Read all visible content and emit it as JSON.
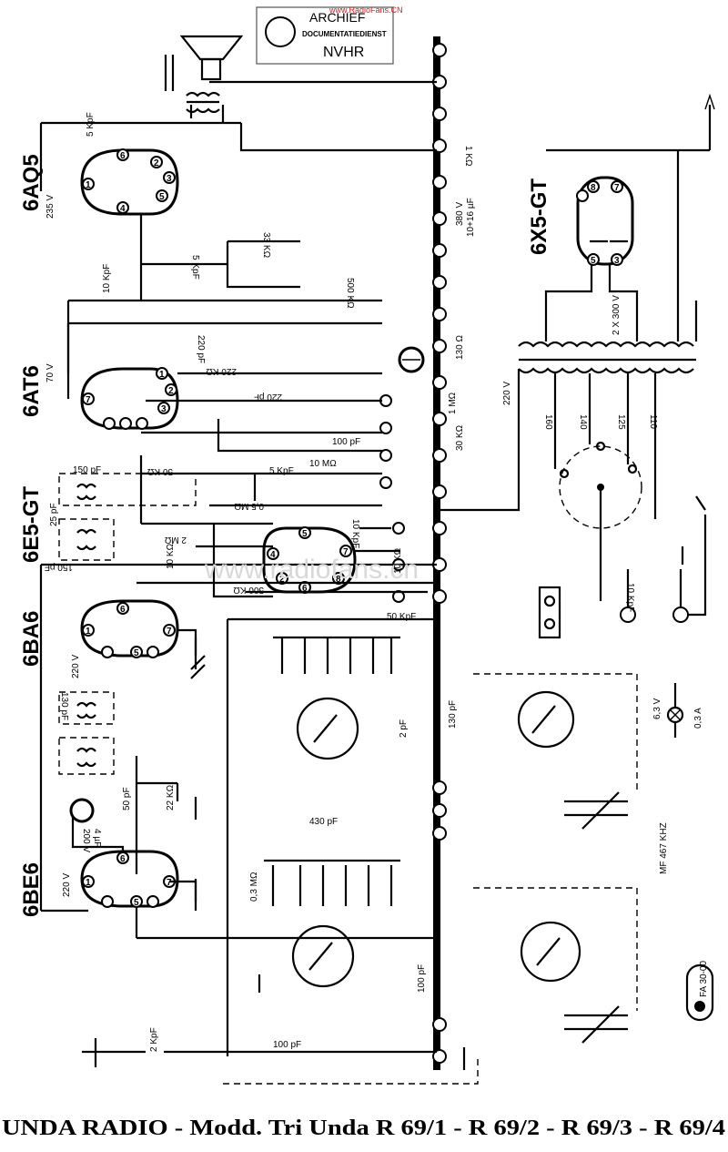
{
  "title": "UNDA RADIO - Modd. Tri Unda R 69/1 - R 69/2 - R 69/3 - R 69/4",
  "stamp": {
    "line1": "ARCHIEF",
    "line2": "DOCUMENTATIEDIENST",
    "line3": "NVHR"
  },
  "watermark_top": "www.RadioFans.CN",
  "watermark_center": "www.radiofans.cn",
  "tube_labels": {
    "t1": "6AQ5",
    "t2": "6AT6",
    "t3": "6E5-GT",
    "t4": "6BA6",
    "t5": "6BE6",
    "rect": "6X5-GT"
  },
  "components": {
    "c_5kpf_top": "5 KpF",
    "c_5kpf_mid": "5 KpF",
    "c_10kpf": "10 KpF",
    "c_220pf_a": "220 pF",
    "c_220pf_b": "220 pF",
    "c_100pf_a": "100 pF",
    "c_150pf_a": "150 pF",
    "c_150pf_b": "150 pF",
    "c_130pf_a": "130 pF",
    "c_130pf_b": "130 pF",
    "c_25pf": "25 pF",
    "c_50pf": "50 pF",
    "c_50kpf": "50 KpF",
    "c_2pf": "2 pF",
    "c_430pf": "430 pF",
    "c_100pf_b": "100 pF",
    "c_100pf_c": "100 pF",
    "c_2kpf": "2 KpF",
    "c_10kpf_b": "10 KpF",
    "c_5kpf_c": "5 KpF",
    "c_10kpf_c": "10 KpF",
    "c_electro": "10+16 µF",
    "c_380v": "380 V",
    "c_200v": "200 V",
    "c_4uf": "4 µF",
    "r_33k": "33 KΩ",
    "r_500k": "500 KΩ",
    "r_220k": "220 KΩ",
    "r_50k": "50 KΩ",
    "r_10m": "10 MΩ",
    "r_05m": "0,5 MΩ",
    "r_2m": "2 MΩ",
    "r_10k": "10 KΩ",
    "r_500k_b": "500 KΩ",
    "r_22k": "22 KΩ",
    "r_1m": "1 MΩ",
    "r_130": "130 Ω",
    "r_30k": "30 KΩ",
    "r_1k": "1 KΩ",
    "r_03m": "0,3 MΩ",
    "r_10k_b": "10 KΩ"
  },
  "voltages": {
    "v235": "235 V",
    "v70": "70 V",
    "v220_a": "220 V",
    "v220_b": "220 V",
    "v220_c": "220 V",
    "v2x300": "2 X 300 V",
    "v63": "6,3 V",
    "a03": "0,3 A"
  },
  "transformer_taps": [
    "160",
    "140",
    "125",
    "110"
  ],
  "misc": {
    "mf": "MF 467 KHZ",
    "fa": "FA 30-00"
  }
}
